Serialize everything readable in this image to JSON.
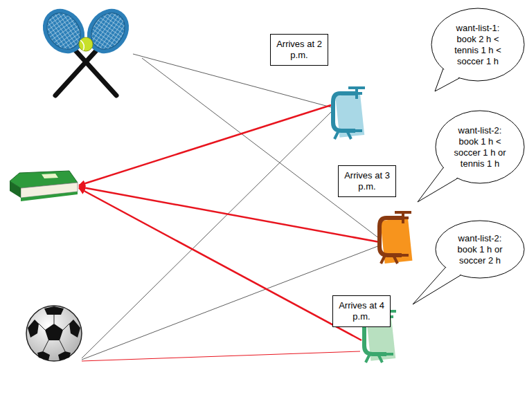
{
  "diagram": {
    "nodes": [
      {
        "text": [
          "Arrives at 2 p.m."
        ]
      },
      {
        "text": [
          "want-list-1: book 2 h < tennis 1 h < soccer 1 h"
        ]
      },
      {
        "text": [
          "Arrives at 3 p.m."
        ]
      },
      {
        "text": [
          "want-list-2: book 1 h < soccer 1 h or tennis 1 h"
        ]
      },
      {
        "text": [
          "Arrives at 4 p.m."
        ]
      },
      {
        "text": [
          "want-list-2: book 1 h or soccer 2 h"
        ]
      }
    ]
  }
}
